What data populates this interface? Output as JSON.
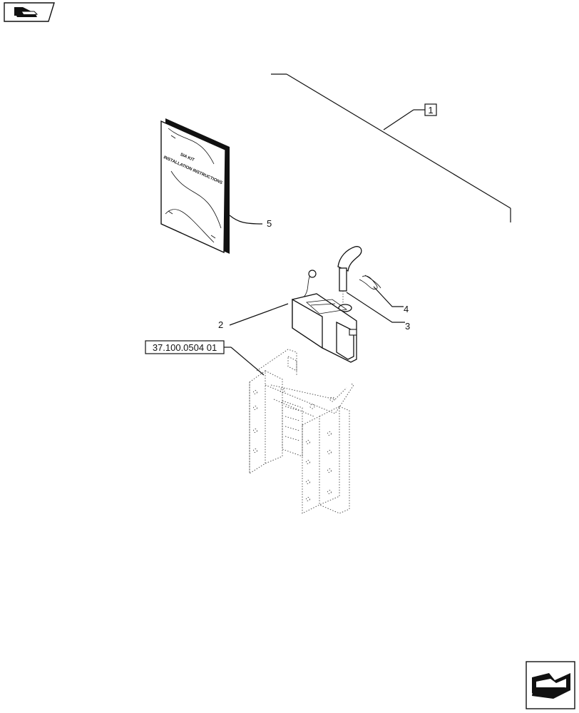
{
  "nav": {
    "prev_icon": "arrow-back-page-icon",
    "next_icon": "arrow-forward-page-icon"
  },
  "callouts": {
    "assembly": "1",
    "item2": "2",
    "item3": "3",
    "item4": "4",
    "item5": "5",
    "reference": "37.100.0504 01"
  },
  "booklet": {
    "line1": "SIA KIT",
    "line2": "INSTALLATION INSTRUCTIONS"
  }
}
